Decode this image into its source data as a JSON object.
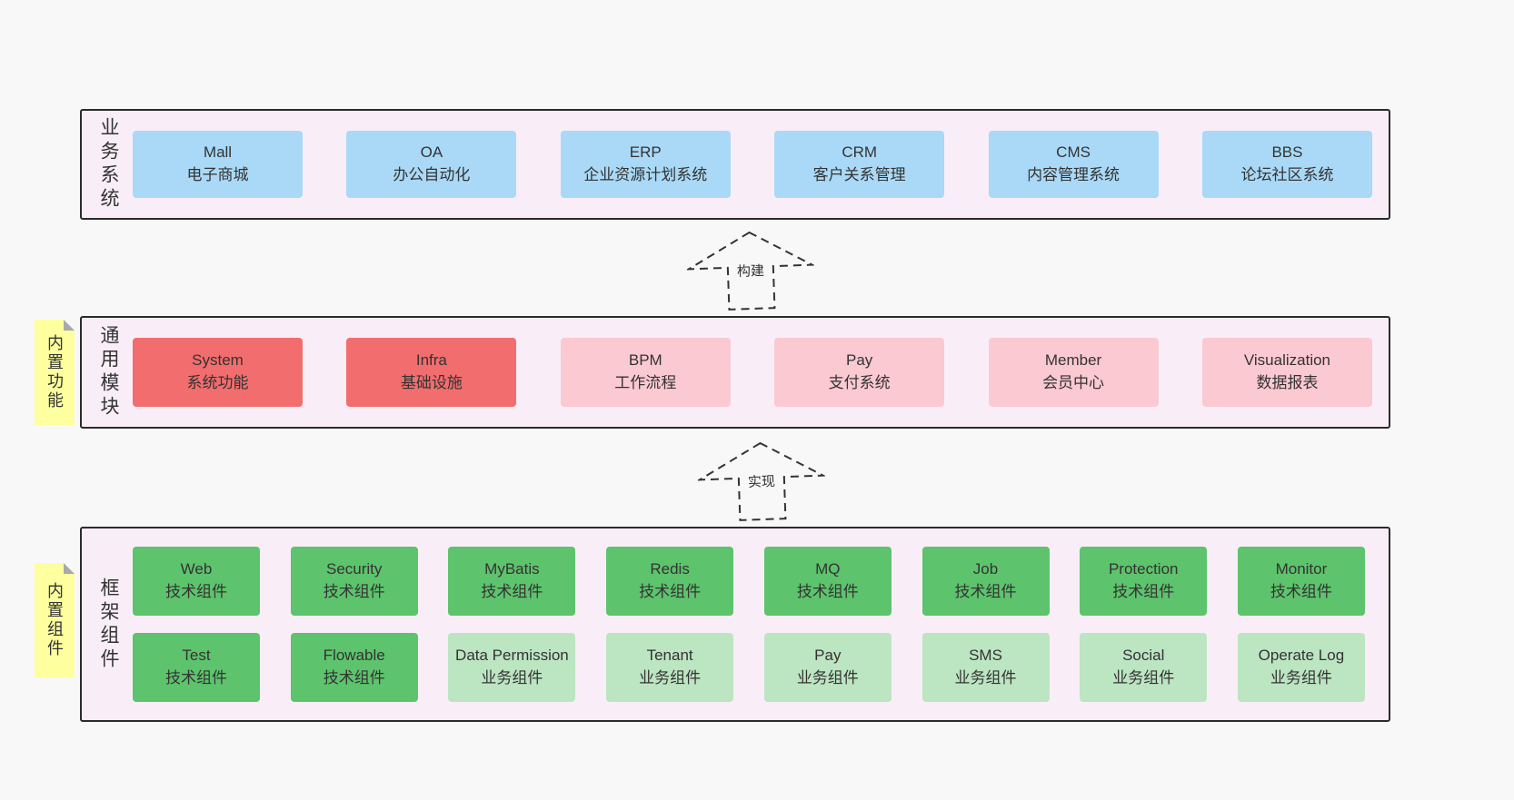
{
  "page": {
    "background": "#f8f8f8"
  },
  "colors": {
    "band_background": "#f9eef8",
    "band_border": "#2b2b2b",
    "node_blue": "#a9d9f6",
    "node_red": "#f26d6d",
    "node_pink": "#fbc9d2",
    "node_green": "#5dc36c",
    "node_light_green": "#bce5c2",
    "sticky_yellow": "#feff9e",
    "text": "#333333"
  },
  "arrows": [
    {
      "label": "构建"
    },
    {
      "label": "实现"
    }
  ],
  "stickies": [
    {
      "label": "内置功能"
    },
    {
      "label": "内置组件"
    }
  ],
  "bands": [
    {
      "label": "业务系统",
      "boxes": [
        {
          "title": "Mall",
          "subtitle": "电子商城"
        },
        {
          "title": "OA",
          "subtitle": "办公自动化"
        },
        {
          "title": "ERP",
          "subtitle": "企业资源计划系统"
        },
        {
          "title": "CRM",
          "subtitle": "客户关系管理"
        },
        {
          "title": "CMS",
          "subtitle": "内容管理系统"
        },
        {
          "title": "BBS",
          "subtitle": "论坛社区系统"
        }
      ]
    },
    {
      "label": "通用模块",
      "boxes": [
        {
          "title": "System",
          "subtitle": "系统功能"
        },
        {
          "title": "Infra",
          "subtitle": "基础设施"
        },
        {
          "title": "BPM",
          "subtitle": "工作流程"
        },
        {
          "title": "Pay",
          "subtitle": "支付系统"
        },
        {
          "title": "Member",
          "subtitle": "会员中心"
        },
        {
          "title": "Visualization",
          "subtitle": "数据报表"
        }
      ]
    },
    {
      "label": "框架组件",
      "rows": [
        [
          {
            "title": "Web",
            "subtitle": "技术组件"
          },
          {
            "title": "Security",
            "subtitle": "技术组件"
          },
          {
            "title": "MyBatis",
            "subtitle": "技术组件"
          },
          {
            "title": "Redis",
            "subtitle": "技术组件"
          },
          {
            "title": "MQ",
            "subtitle": "技术组件"
          },
          {
            "title": "Job",
            "subtitle": "技术组件"
          },
          {
            "title": "Protection",
            "subtitle": "技术组件"
          },
          {
            "title": "Monitor",
            "subtitle": "技术组件"
          }
        ],
        [
          {
            "title": "Test",
            "subtitle": "技术组件"
          },
          {
            "title": "Flowable",
            "subtitle": "技术组件"
          },
          {
            "title": "Data Permission",
            "subtitle": "业务组件"
          },
          {
            "title": "Tenant",
            "subtitle": "业务组件"
          },
          {
            "title": "Pay",
            "subtitle": "业务组件"
          },
          {
            "title": "SMS",
            "subtitle": "业务组件"
          },
          {
            "title": "Social",
            "subtitle": "业务组件"
          },
          {
            "title": "Operate Log",
            "subtitle": "业务组件"
          }
        ]
      ]
    }
  ]
}
